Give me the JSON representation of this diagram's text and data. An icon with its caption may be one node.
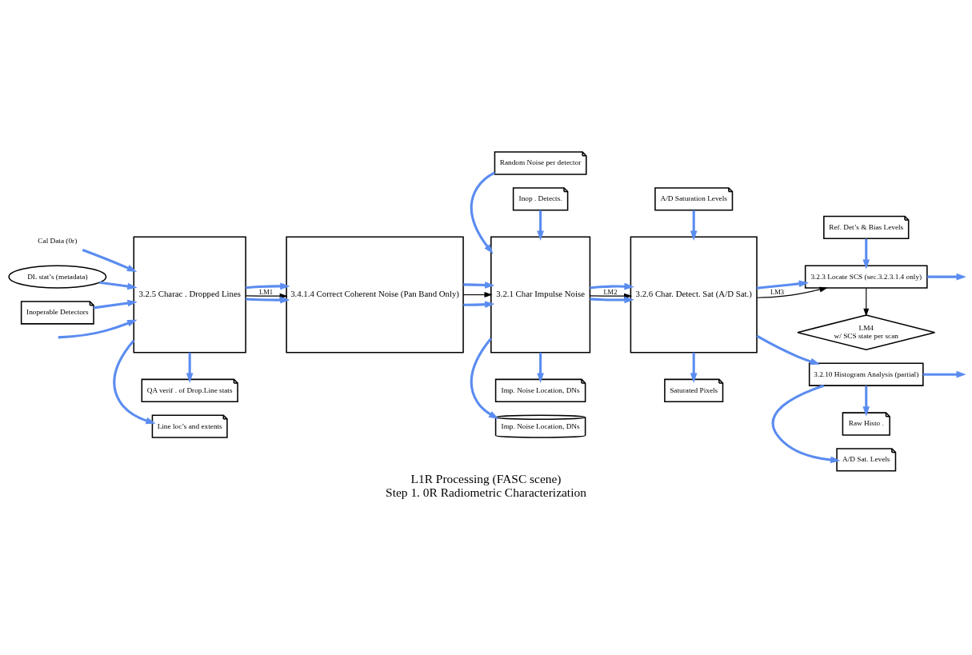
{
  "diagram": {
    "title": "L1R Processing (FASC scene)",
    "caption": "Step 1. 0R Radiometric Characterization",
    "nodes": [
      {
        "text": [
          "Cal Data (0r)"
        ]
      },
      {
        "text": [
          "DL stat’s (metadata)"
        ]
      },
      {
        "text": [
          "Inoperable Detectors"
        ]
      },
      {
        "text": [
          "3.2.5 Charac . Dropped Lines"
        ]
      },
      {
        "text": [
          "QA verif . of Drop.Line stats"
        ]
      },
      {
        "text": [
          "Line loc’s and extents"
        ]
      },
      {
        "text": [
          "3.4.1.4 Correct Coherent Noise (Pan Band Only)"
        ]
      },
      {
        "text": [
          "Imp. Noise Location, DNs"
        ]
      },
      {
        "text": [
          "Imp. Noise Location, DNs"
        ]
      },
      {
        "text": [
          "3.2.1 Char Impulse Noise"
        ]
      },
      {
        "text": [
          "Random Noise per detector"
        ]
      },
      {
        "text": [
          "Inop . Detects."
        ]
      },
      {
        "text": [
          "Saturated Pixels"
        ]
      },
      {
        "text": [
          "3.2.6 Char. Detect. Sat (A/D Sat.)"
        ]
      },
      {
        "text": [
          "A/D Saturation Levels"
        ]
      },
      {
        "text": [
          "Ref. Det’s & Bias Levels"
        ]
      },
      {
        "text": [
          "3.2.3 Locate SCS (sec.3.2.3.1.4 only)"
        ]
      },
      {
        "text": [
          "LM4",
          "w/ SCS state per scan"
        ]
      },
      {
        "text": [
          "3.2.10 Histogram Analysis (partial)"
        ]
      },
      {
        "text": [
          "Raw Histo ."
        ]
      },
      {
        "text": [
          "A/D Sat. Levels"
        ]
      }
    ],
    "edges": [
      {
        "from": 0,
        "to": 3,
        "arrow": "to"
      },
      {
        "from": 1,
        "to": 3,
        "arrow": "to"
      },
      {
        "from": 2,
        "to": 3,
        "arrow": "to"
      },
      {
        "from": null,
        "to": 3,
        "arrow": "to"
      },
      {
        "from": 3,
        "to": 4,
        "arrow": "to"
      },
      {
        "from": 3,
        "to": 5,
        "arrow": "to"
      },
      {
        "from": 3,
        "to": 6,
        "arrow": "to"
      },
      {
        "from": 3,
        "to": 6,
        "arrow": "to",
        "label": "LM1",
        "color": "#000000"
      },
      {
        "from": 3,
        "to": 6,
        "arrow": "to"
      },
      {
        "from": 6,
        "to": 9,
        "arrow": "to"
      },
      {
        "from": 6,
        "to": 9,
        "arrow": "to",
        "color": "#000000"
      },
      {
        "from": 6,
        "to": 9,
        "arrow": "to"
      },
      {
        "from": 9,
        "to": 7,
        "arrow": "to"
      },
      {
        "from": 9,
        "to": 8,
        "arrow": "to"
      },
      {
        "from": 10,
        "to": 9,
        "arrow": "to"
      },
      {
        "from": 11,
        "to": 9,
        "arrow": "to"
      },
      {
        "from": 9,
        "to": 13,
        "arrow": "to"
      },
      {
        "from": 9,
        "to": 13,
        "arrow": "to",
        "label": "LM2",
        "color": "#000000"
      },
      {
        "from": 9,
        "to": 13,
        "arrow": "to"
      },
      {
        "from": 13,
        "to": 12,
        "arrow": "to"
      },
      {
        "from": 14,
        "to": 13,
        "arrow": "to"
      },
      {
        "from": 13,
        "to": 16,
        "arrow": "to"
      },
      {
        "from": 13,
        "to": 16,
        "arrow": "to",
        "label": "LM3",
        "color": "#000000"
      },
      {
        "from": 15,
        "to": 16,
        "arrow": "to"
      },
      {
        "from": 16,
        "to": null,
        "arrow": "to"
      },
      {
        "from": 16,
        "to": 17,
        "arrow": "to",
        "color": "#000000"
      },
      {
        "from": 13,
        "to": 18,
        "arrow": "to"
      },
      {
        "from": 18,
        "to": 19,
        "arrow": "to"
      },
      {
        "from": 18,
        "to": 20,
        "arrow": "to"
      },
      {
        "from": 18,
        "to": null,
        "arrow": "to"
      }
    ]
  }
}
